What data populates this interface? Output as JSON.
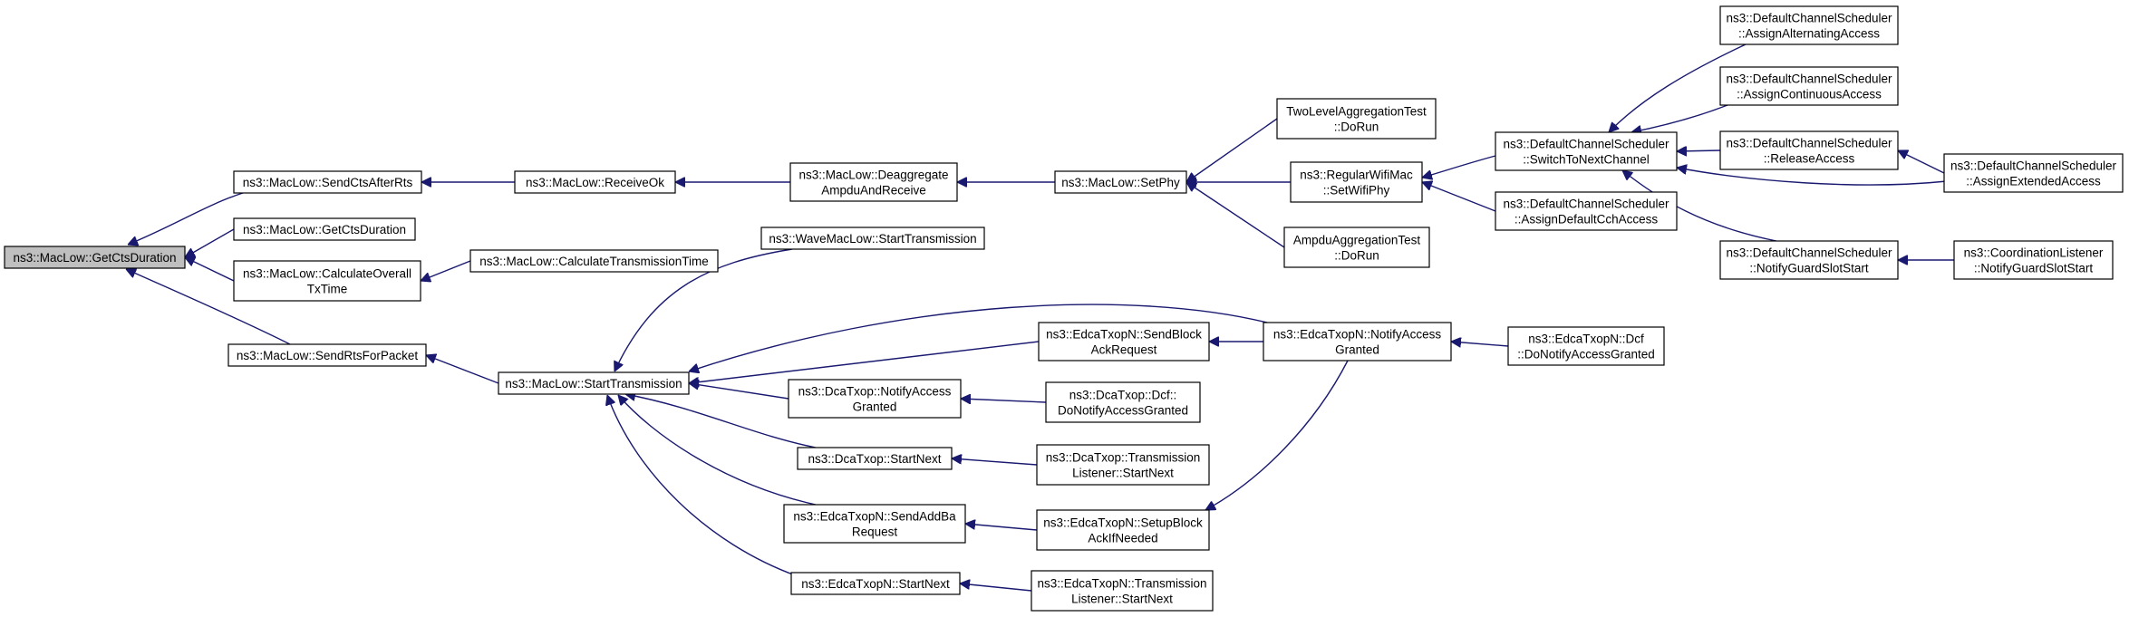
{
  "nodes": [
    {
      "id": "root",
      "lines": [
        "ns3::MacLow::GetCtsDuration"
      ],
      "root": true
    },
    {
      "id": "sendCtsAfterRts",
      "lines": [
        "ns3::MacLow::SendCtsAfterRts"
      ]
    },
    {
      "id": "getCtsDuration2",
      "lines": [
        "ns3::MacLow::GetCtsDuration"
      ]
    },
    {
      "id": "calcOverall",
      "lines": [
        "ns3::MacLow::CalculateOverall",
        "TxTime"
      ]
    },
    {
      "id": "sendRtsForPacket",
      "lines": [
        "ns3::MacLow::SendRtsForPacket"
      ]
    },
    {
      "id": "receiveOk",
      "lines": [
        "ns3::MacLow::ReceiveOk"
      ]
    },
    {
      "id": "calcTransTime",
      "lines": [
        "ns3::MacLow::CalculateTransmissionTime"
      ]
    },
    {
      "id": "startTransmission",
      "lines": [
        "ns3::MacLow::StartTransmission"
      ]
    },
    {
      "id": "deaggregate",
      "lines": [
        "ns3::MacLow::Deaggregate",
        "AmpduAndReceive"
      ]
    },
    {
      "id": "waveStart",
      "lines": [
        "ns3::WaveMacLow::StartTransmission"
      ]
    },
    {
      "id": "dcaNotify",
      "lines": [
        "ns3::DcaTxop::NotifyAccess",
        "Granted"
      ]
    },
    {
      "id": "dcaStartNext",
      "lines": [
        "ns3::DcaTxop::StartNext"
      ]
    },
    {
      "id": "edcaSendAddBa",
      "lines": [
        "ns3::EdcaTxopN::SendAddBa",
        "Request"
      ]
    },
    {
      "id": "edcaStartNext",
      "lines": [
        "ns3::EdcaTxopN::StartNext"
      ]
    },
    {
      "id": "setPhy",
      "lines": [
        "ns3::MacLow::SetPhy"
      ]
    },
    {
      "id": "edcaSendBlock",
      "lines": [
        "ns3::EdcaTxopN::SendBlock",
        "AckRequest"
      ]
    },
    {
      "id": "dcaDcfNotify",
      "lines": [
        "ns3::DcaTxop::Dcf::",
        "DoNotifyAccessGranted"
      ]
    },
    {
      "id": "dcaTLStart",
      "lines": [
        "ns3::DcaTxop::Transmission",
        "Listener::StartNext"
      ]
    },
    {
      "id": "edcaSetupBlock",
      "lines": [
        "ns3::EdcaTxopN::SetupBlock",
        "AckIfNeeded"
      ]
    },
    {
      "id": "edcaTLStart",
      "lines": [
        "ns3::EdcaTxopN::Transmission",
        "Listener::StartNext"
      ]
    },
    {
      "id": "twoLevel",
      "lines": [
        "TwoLevelAggregationTest",
        "::DoRun"
      ]
    },
    {
      "id": "regularWifi",
      "lines": [
        "ns3::RegularWifiMac",
        "::SetWifiPhy"
      ]
    },
    {
      "id": "ampduTest",
      "lines": [
        "AmpduAggregationTest",
        "::DoRun"
      ]
    },
    {
      "id": "edcaNotify",
      "lines": [
        "ns3::EdcaTxopN::NotifyAccess",
        "Granted"
      ]
    },
    {
      "id": "edcaDcfNotify",
      "lines": [
        "ns3::EdcaTxopN::Dcf",
        "::DoNotifyAccessGranted"
      ]
    },
    {
      "id": "switchChannel",
      "lines": [
        "ns3::DefaultChannelScheduler",
        "::SwitchToNextChannel"
      ]
    },
    {
      "id": "assignDefaultCch",
      "lines": [
        "ns3::DefaultChannelScheduler",
        "::AssignDefaultCchAccess"
      ]
    },
    {
      "id": "assignAlternating",
      "lines": [
        "ns3::DefaultChannelScheduler",
        "::AssignAlternatingAccess"
      ]
    },
    {
      "id": "assignContinuous",
      "lines": [
        "ns3::DefaultChannelScheduler",
        "::AssignContinuousAccess"
      ]
    },
    {
      "id": "releaseAccess",
      "lines": [
        "ns3::DefaultChannelScheduler",
        "::ReleaseAccess"
      ]
    },
    {
      "id": "notifyGuardSlot",
      "lines": [
        "ns3::DefaultChannelScheduler",
        "::NotifyGuardSlotStart"
      ]
    },
    {
      "id": "assignExtended",
      "lines": [
        "ns3::DefaultChannelScheduler",
        "::AssignExtendedAccess"
      ]
    },
    {
      "id": "coordListener",
      "lines": [
        "ns3::CoordinationListener",
        "::NotifyGuardSlotStart"
      ]
    }
  ],
  "edges": [
    {
      "from": "sendCtsAfterRts",
      "to": "root"
    },
    {
      "from": "getCtsDuration2",
      "to": "root"
    },
    {
      "from": "calcOverall",
      "to": "root"
    },
    {
      "from": "sendRtsForPacket",
      "to": "root"
    },
    {
      "from": "receiveOk",
      "to": "sendCtsAfterRts"
    },
    {
      "from": "calcTransTime",
      "to": "calcOverall"
    },
    {
      "from": "startTransmission",
      "to": "sendRtsForPacket"
    },
    {
      "from": "deaggregate",
      "to": "receiveOk"
    },
    {
      "from": "waveStart",
      "to": "startTransmission"
    },
    {
      "from": "edcaNotify",
      "to": "startTransmission"
    },
    {
      "from": "edcaSendBlock",
      "to": "startTransmission"
    },
    {
      "from": "dcaNotify",
      "to": "startTransmission"
    },
    {
      "from": "dcaStartNext",
      "to": "startTransmission"
    },
    {
      "from": "edcaSendAddBa",
      "to": "startTransmission"
    },
    {
      "from": "edcaStartNext",
      "to": "startTransmission"
    },
    {
      "from": "setPhy",
      "to": "deaggregate"
    },
    {
      "from": "twoLevel",
      "to": "setPhy"
    },
    {
      "from": "regularWifi",
      "to": "setPhy"
    },
    {
      "from": "ampduTest",
      "to": "setPhy"
    },
    {
      "from": "edcaNotify",
      "to": "edcaSendBlock"
    },
    {
      "from": "dcaDcfNotify",
      "to": "dcaNotify"
    },
    {
      "from": "dcaTLStart",
      "to": "dcaStartNext"
    },
    {
      "from": "edcaSetupBlock",
      "to": "edcaSendAddBa"
    },
    {
      "from": "edcaTLStart",
      "to": "edcaStartNext"
    },
    {
      "from": "edcaNotify",
      "to": "edcaSetupBlock"
    },
    {
      "from": "edcaDcfNotify",
      "to": "edcaNotify"
    },
    {
      "from": "switchChannel",
      "to": "regularWifi"
    },
    {
      "from": "assignDefaultCch",
      "to": "regularWifi"
    },
    {
      "from": "assignAlternating",
      "to": "switchChannel"
    },
    {
      "from": "assignContinuous",
      "to": "switchChannel"
    },
    {
      "from": "releaseAccess",
      "to": "switchChannel"
    },
    {
      "from": "assignExtended",
      "to": "switchChannel"
    },
    {
      "from": "notifyGuardSlot",
      "to": "switchChannel"
    },
    {
      "from": "assignExtended",
      "to": "releaseAccess"
    },
    {
      "from": "coordListener",
      "to": "notifyGuardSlot"
    }
  ]
}
